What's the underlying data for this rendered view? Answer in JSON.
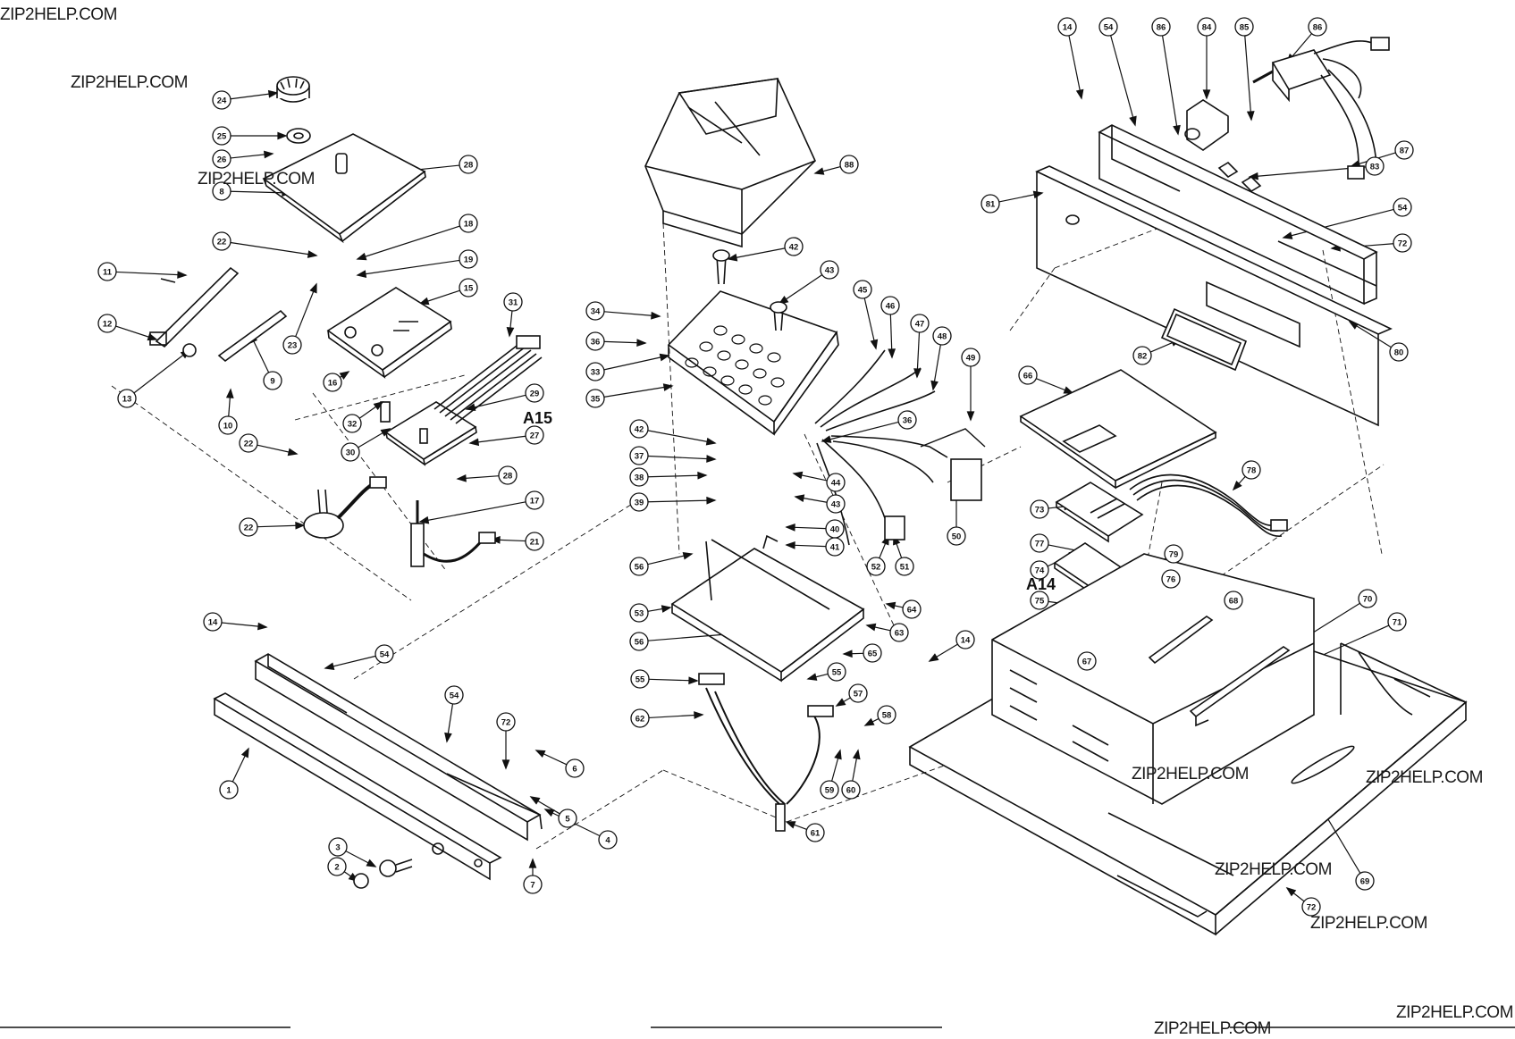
{
  "watermarks": [
    {
      "text": "ZIP2HELP.COM"
    },
    {
      "text": "ZIP2HELP.COM"
    },
    {
      "text": "ZIP2HELP.COM"
    },
    {
      "text": "ZIP2HELP.COM"
    },
    {
      "text": "ZIP2HELP.COM"
    },
    {
      "text": "ZIP2HELP.COM"
    },
    {
      "text": "ZIP2HELP.COM"
    },
    {
      "text": "ZIP2HELP.COM"
    },
    {
      "text": "ZIP2HELP.COM"
    }
  ],
  "board_labels": [
    "A15",
    "A14"
  ],
  "callouts": [
    "24",
    "25",
    "26",
    "28",
    "8",
    "22",
    "18",
    "19",
    "11",
    "12",
    "13",
    "9",
    "10",
    "23",
    "15",
    "16",
    "22",
    "32",
    "30",
    "31",
    "29",
    "27",
    "28",
    "22",
    "17",
    "21",
    "14",
    "54",
    "1",
    "54",
    "72",
    "6",
    "3",
    "2",
    "5",
    "4",
    "7",
    "88",
    "42",
    "43",
    "34",
    "36",
    "33",
    "35",
    "45",
    "46",
    "47",
    "48",
    "49",
    "36",
    "42",
    "37",
    "38",
    "39",
    "44",
    "43",
    "40",
    "41",
    "52",
    "51",
    "50",
    "56",
    "53",
    "56",
    "64",
    "63",
    "65",
    "55",
    "55",
    "57",
    "62",
    "58",
    "59",
    "60",
    "61",
    "14",
    "54",
    "86",
    "84",
    "85",
    "86",
    "87",
    "83",
    "81",
    "54",
    "72",
    "80",
    "82",
    "66",
    "78",
    "73",
    "77",
    "79",
    "74",
    "76",
    "75",
    "14",
    "67",
    "68",
    "70",
    "71",
    "69",
    "72"
  ],
  "colors": {
    "ink": "#111111",
    "paper": "#ffffff"
  }
}
